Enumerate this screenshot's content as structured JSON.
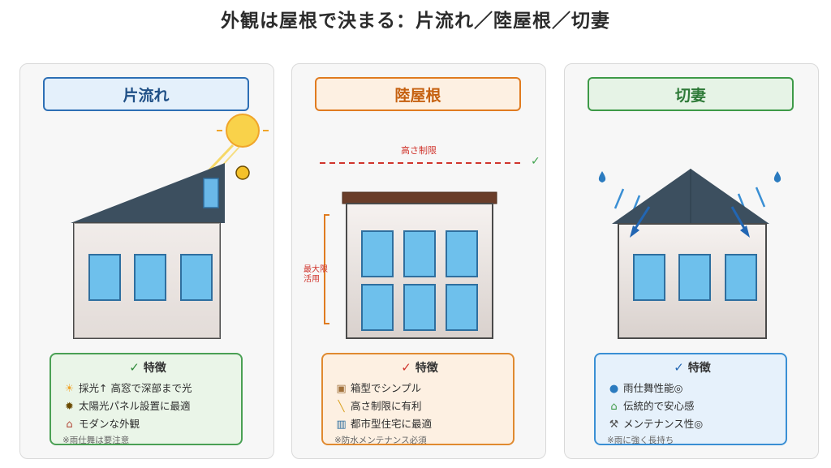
{
  "title": "外観は屋根で決まる：片流れ／陸屋根／切妻",
  "panels": [
    {
      "label": "片流れ",
      "accent": "#2d6fb5",
      "features_title": "特徴",
      "features": [
        {
          "icon": "sun-icon",
          "text": "採光↑ 高窓で深部まで光"
        },
        {
          "icon": "solar-panel-icon",
          "text": "太陽光パネル設置に最適"
        },
        {
          "icon": "house-icon",
          "text": "モダンな外観"
        }
      ],
      "note": "※雨仕舞は要注意"
    },
    {
      "label": "陸屋根",
      "accent": "#e07b20",
      "height_limit_label": "高さ制限",
      "height_use_label": "最大限活用",
      "features_title": "特徴",
      "features": [
        {
          "icon": "box-icon",
          "text": "箱型でシンプル"
        },
        {
          "icon": "ruler-icon",
          "text": "高さ制限に有利"
        },
        {
          "icon": "city-icon",
          "text": "都市型住宅に最適"
        }
      ],
      "note": "※防水メンテナンス必須"
    },
    {
      "label": "切妻",
      "accent": "#3e9a48",
      "features_title": "特徴",
      "features": [
        {
          "icon": "droplet-icon",
          "text": "雨仕舞性能◎"
        },
        {
          "icon": "house-icon",
          "text": "伝統的で安心感"
        },
        {
          "icon": "wrench-icon",
          "text": "メンテナンス性◎"
        }
      ],
      "note": "※雨に強く長持ち"
    }
  ]
}
